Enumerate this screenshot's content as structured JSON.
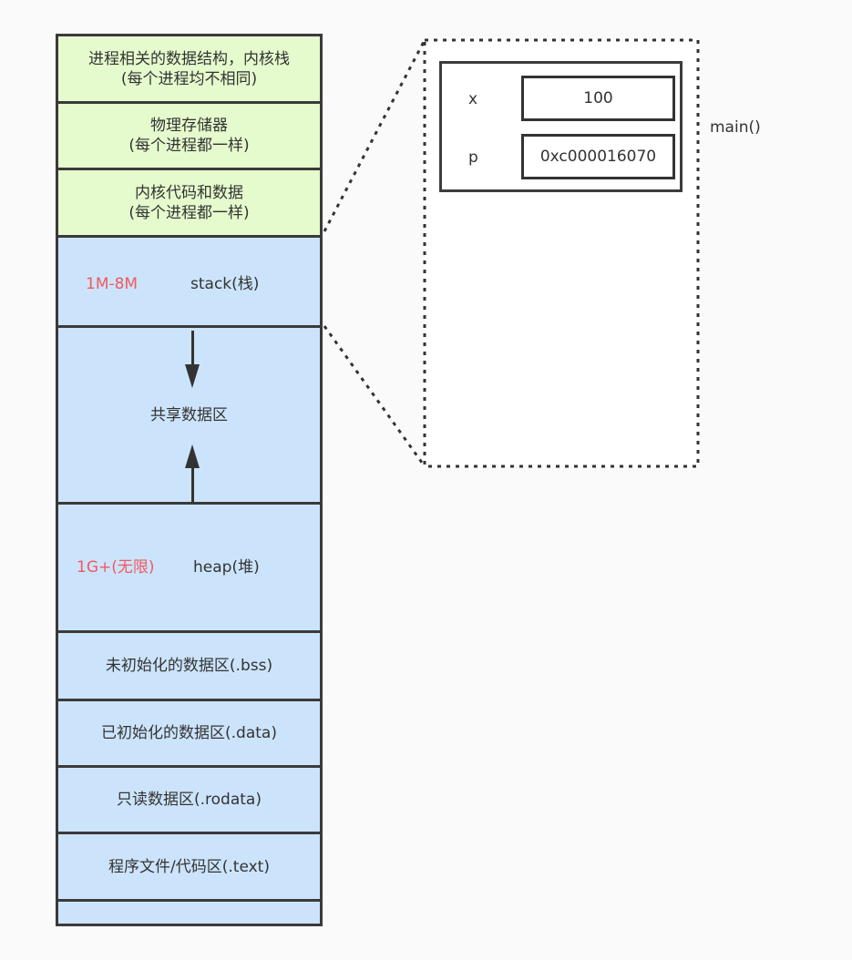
{
  "memory_layout": {
    "sections": [
      {
        "id": "kernel-structs",
        "line1": "进程相关的数据结构，内核栈",
        "line2": "(每个进程均不相同)",
        "color": "#e5fbcd"
      },
      {
        "id": "physical-storage",
        "line1": "物理存储器",
        "line2": "(每个进程都一样)",
        "color": "#e5fbcd"
      },
      {
        "id": "kernel-code",
        "line1": "内核代码和数据",
        "line2": "(每个进程都一样)",
        "color": "#e5fbcd"
      },
      {
        "id": "stack",
        "size_label": "1M-8M",
        "label": "stack(栈)",
        "color": "#cce4fb"
      },
      {
        "id": "shared",
        "label": "共享数据区",
        "color": "#cce4fb"
      },
      {
        "id": "heap",
        "size_label": "1G+(无限)",
        "label": "heap(堆)",
        "color": "#cce4fb"
      },
      {
        "id": "bss",
        "label": "未初始化的数据区(.bss)",
        "color": "#cce4fb"
      },
      {
        "id": "data",
        "label": "已初始化的数据区(.data)",
        "color": "#cce4fb"
      },
      {
        "id": "rodata",
        "label": "只读数据区(.rodata)",
        "color": "#cce4fb"
      },
      {
        "id": "text",
        "label": "程序文件/代码区(.text)",
        "color": "#cce4fb"
      },
      {
        "id": "bottom",
        "label": "",
        "color": "#cce4fb"
      }
    ],
    "size_label_color": "#f0595f"
  },
  "stack_frame": {
    "function_label": "main()",
    "variables": [
      {
        "name": "x",
        "value": "100"
      },
      {
        "name": "p",
        "value": "0xc000016070"
      }
    ]
  }
}
